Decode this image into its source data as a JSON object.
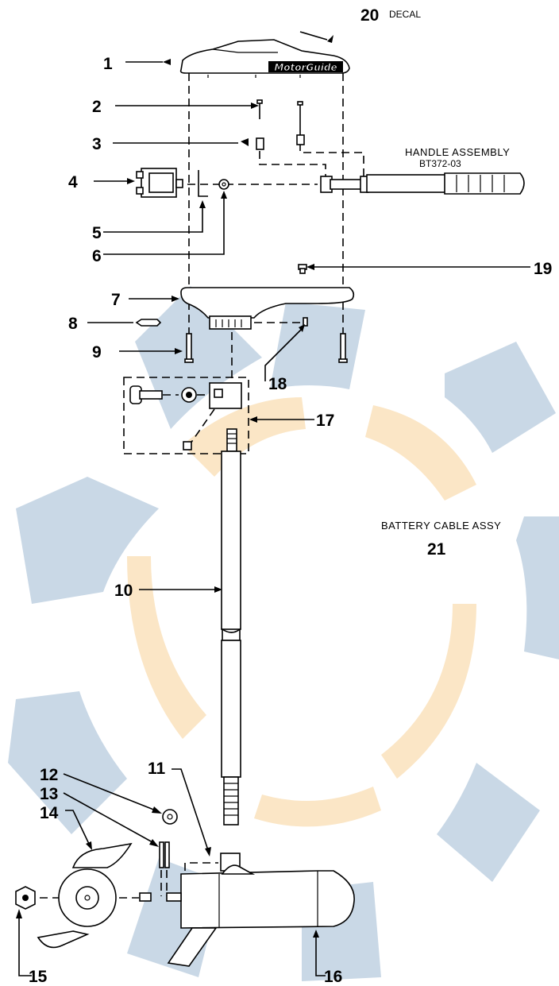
{
  "callouts": {
    "n1": "1",
    "n2": "2",
    "n3": "3",
    "n4": "4",
    "n5": "5",
    "n6": "6",
    "n7": "7",
    "n8": "8",
    "n9": "9",
    "n10": "10",
    "n11": "11",
    "n12": "12",
    "n13": "13",
    "n14": "14",
    "n15": "15",
    "n16": "16",
    "n17": "17",
    "n18": "18",
    "n19": "19",
    "n20": "20",
    "n21": "21"
  },
  "captions": {
    "decal": "DECAL",
    "handle_assembly": "HANDLE ASSEMBLY",
    "handle_part_no": "BT372-03",
    "battery_cable": "BATTERY CABLE ASSY"
  },
  "brand": {
    "logo_text": "MotorGuide"
  },
  "colors": {
    "watermark_blue": "#c9d8e6",
    "watermark_orange": "#fbe6c6",
    "line": "#000000"
  }
}
